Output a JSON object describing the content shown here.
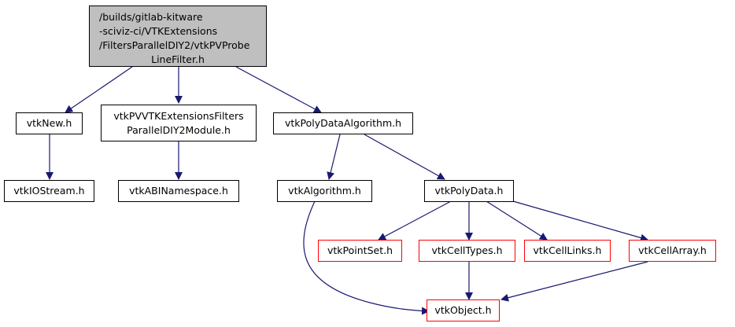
{
  "diagram": {
    "colors": {
      "edge": "#191970",
      "red_border": "#ff0000",
      "root_fill": "#bfbfbf"
    },
    "nodes": {
      "root": {
        "lines": [
          "/builds/gitlab-kitware",
          "-sciviz-ci/VTKExtensions",
          "/FiltersParallelDIY2/vtkPVProbe",
          "LineFilter.h"
        ]
      },
      "vtkNew": {
        "label": "vtkNew.h"
      },
      "module": {
        "lines": [
          "vtkPVVTKExtensionsFilters",
          "ParallelDIY2Module.h"
        ]
      },
      "polyDataAlgorithm": {
        "label": "vtkPolyDataAlgorithm.h"
      },
      "ioStream": {
        "label": "vtkIOStream.h"
      },
      "abiNamespace": {
        "label": "vtkABINamespace.h"
      },
      "algorithm": {
        "label": "vtkAlgorithm.h"
      },
      "polyData": {
        "label": "vtkPolyData.h"
      },
      "pointSet": {
        "label": "vtkPointSet.h"
      },
      "cellTypes": {
        "label": "vtkCellTypes.h"
      },
      "cellLinks": {
        "label": "vtkCellLinks.h"
      },
      "cellArray": {
        "label": "vtkCellArray.h"
      },
      "object": {
        "label": "vtkObject.h"
      }
    },
    "edges": [
      [
        "root",
        "vtkNew"
      ],
      [
        "root",
        "module"
      ],
      [
        "root",
        "polyDataAlgorithm"
      ],
      [
        "vtkNew",
        "ioStream"
      ],
      [
        "module",
        "abiNamespace"
      ],
      [
        "polyDataAlgorithm",
        "algorithm"
      ],
      [
        "polyDataAlgorithm",
        "polyData"
      ],
      [
        "polyData",
        "pointSet"
      ],
      [
        "polyData",
        "cellTypes"
      ],
      [
        "polyData",
        "cellLinks"
      ],
      [
        "polyData",
        "cellArray"
      ],
      [
        "cellTypes",
        "object"
      ],
      [
        "cellArray",
        "object"
      ],
      [
        "algorithm",
        "object"
      ]
    ]
  }
}
